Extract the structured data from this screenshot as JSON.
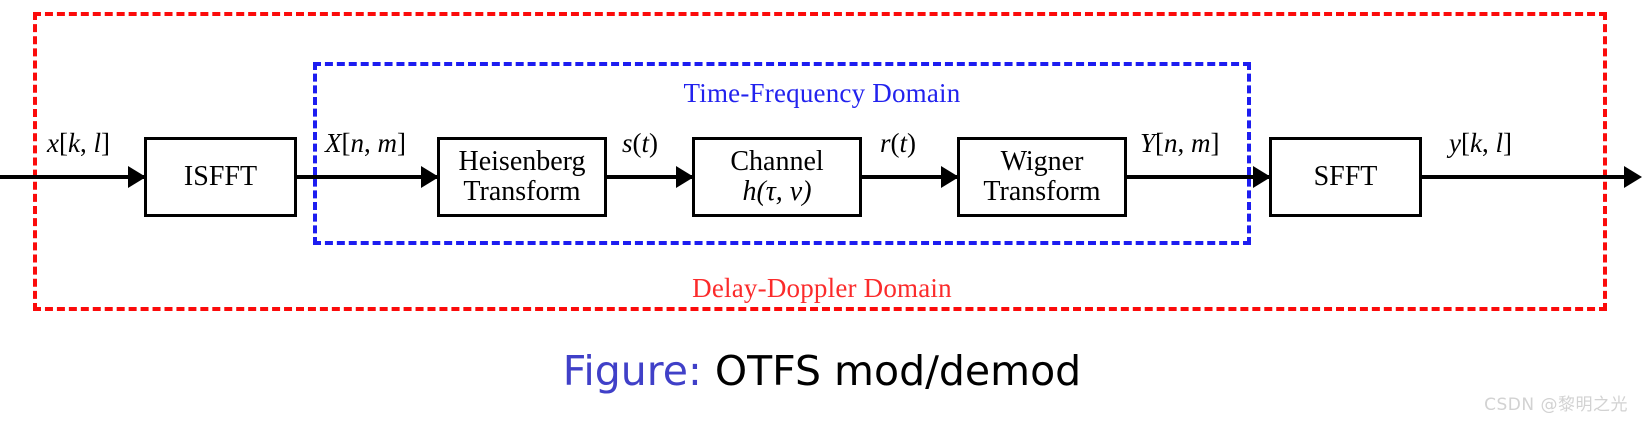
{
  "figure": {
    "title": "OTFS mod/demod",
    "caption_prefix": "Figure:",
    "caption_title": "OTFS mod/demod"
  },
  "domains": {
    "outer": {
      "label": "Delay-Doppler Domain",
      "color": "#fb2b2b",
      "border_style": "dashed"
    },
    "inner": {
      "label": "Time-Frequency Domain",
      "color": "#2222ee",
      "border_style": "dashed"
    }
  },
  "blocks": [
    {
      "id": "isfft",
      "line1": "ISFFT",
      "line2": ""
    },
    {
      "id": "heisenberg",
      "line1": "Heisenberg",
      "line2": "Transform"
    },
    {
      "id": "channel",
      "line1": "Channel",
      "line2": "h(τ, ν)"
    },
    {
      "id": "wigner",
      "line1": "Wigner",
      "line2": "Transform"
    },
    {
      "id": "sfft",
      "line1": "SFFT",
      "line2": ""
    }
  ],
  "signals": [
    {
      "id": "x",
      "label": "x[k, l]"
    },
    {
      "id": "X",
      "label": "X[n, m]"
    },
    {
      "id": "s",
      "label": "s(t)"
    },
    {
      "id": "r",
      "label": "r(t)"
    },
    {
      "id": "Y",
      "label": "Y[n, m]"
    },
    {
      "id": "y",
      "label": "y[k, l]"
    }
  ],
  "watermark": {
    "text": "CSDN @黎明之光"
  }
}
